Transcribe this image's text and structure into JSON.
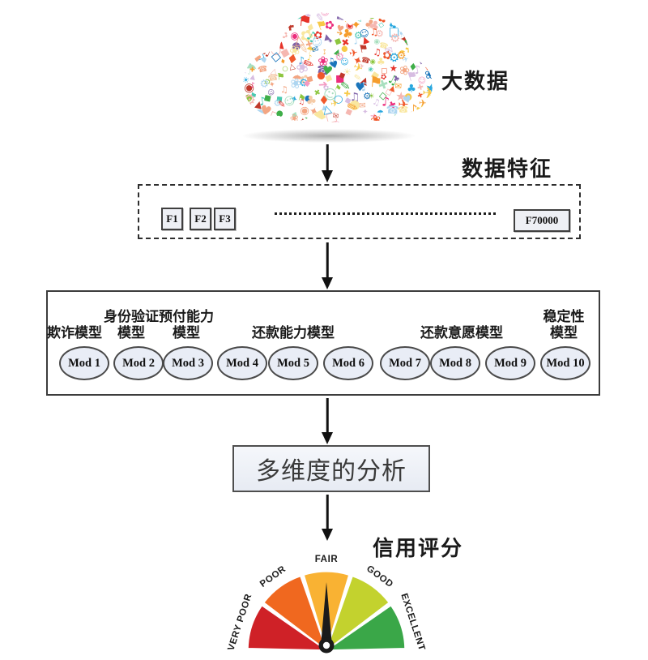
{
  "cloud": {
    "label": "大数据",
    "icon_names": [
      "envelope-icon",
      "music-note-icon",
      "star-icon",
      "phone-icon",
      "wrench-icon",
      "globe-icon",
      "bird-icon",
      "power-icon",
      "lock-icon",
      "laptop-icon",
      "megaphone-icon",
      "heart-icon",
      "flag-icon",
      "gear-icon",
      "plane-icon",
      "chat-bubble-icon",
      "umbrella-icon",
      "sun-icon",
      "flower-icon",
      "scissors-icon"
    ],
    "glyphs": [
      "✉",
      "★",
      "♫",
      "♪",
      "☎",
      "☀",
      "☂",
      "✈",
      "♥",
      "⚑",
      "✚",
      "✖",
      "✎",
      "●",
      "▲",
      "■",
      "◆",
      "✦",
      "➜",
      "♦",
      "♣",
      "◉",
      "☺",
      "⚙",
      "❀",
      "✿",
      "○",
      "□",
      "△",
      "◇"
    ],
    "palette": [
      "#e63329",
      "#f0582b",
      "#f59d2c",
      "#f7c948",
      "#8dc63f",
      "#3fae49",
      "#29a8df",
      "#1b75bb",
      "#7f62a8",
      "#ec2d7c",
      "#f49ac1",
      "#48c9b0",
      "#c0392b",
      "#f5cba7",
      "#aed6f1",
      "#f9e79f",
      "#d7bde2",
      "#a9dfbf",
      "#f5b7b1",
      "#f3a683"
    ]
  },
  "features": {
    "label": "数据特征",
    "first_boxes": [
      "F1",
      "F2",
      "F3"
    ],
    "last_box": "F70000"
  },
  "models": {
    "groups": [
      {
        "label": "欺诈模型"
      },
      {
        "label": "身份验证\n模型"
      },
      {
        "label": "预付能力\n模型"
      },
      {
        "label": "还款能力模型"
      },
      {
        "label": "还款意愿模型"
      },
      {
        "label": "稳定性\n模型"
      }
    ],
    "items": [
      "Mod 1",
      "Mod 2",
      "Mod 3",
      "Mod 4",
      "Mod 5",
      "Mod 6",
      "Mod 7",
      "Mod 8",
      "Mod 9",
      "Mod 10"
    ]
  },
  "analysis": {
    "label": "多维度的分析"
  },
  "score": {
    "label": "信用评分",
    "gauge": {
      "segments": [
        {
          "label": "VERY POOR",
          "color": "#cf2127"
        },
        {
          "label": "POOR",
          "color": "#f0681f"
        },
        {
          "label": "FAIR",
          "color": "#f9b233"
        },
        {
          "label": "GOOD",
          "color": "#c3d22e"
        },
        {
          "label": "EXCELLENT",
          "color": "#3aa748"
        }
      ],
      "needle_points_to": "FAIR",
      "needle_color": "#1b1b1b"
    }
  }
}
